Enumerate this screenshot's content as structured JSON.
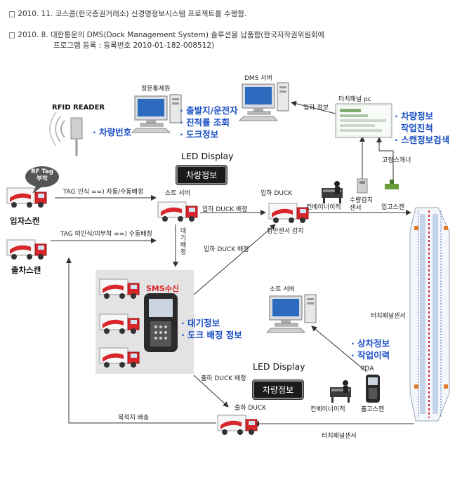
{
  "header": {
    "line1": "□ 2010. 11. 코스콤(한국증권거래소) 신경영정보시스템 프로젝트를 수행함.",
    "line2": "□ 2010. 8.   대한통운의 DMS(Dock Management System) 솔루션을 납품함(한국저작권위원회에",
    "line3": "프로그램 등록 : 등록번호 2010-01-182-008512)"
  },
  "labels": {
    "rfid_reader": "RFID READER",
    "vehicle_number": "· 차량번호",
    "gate_staff": "정문통제원",
    "gate_info": [
      "· 출발지/운전자",
      "· 진척률 조회",
      "· 도크정보"
    ],
    "dms_server": "DMS 서버",
    "inbound_info": "입하 정보",
    "touch_panel_pc": "터치패널 pc",
    "touch_info": [
      "· 차량정보",
      "  작업진척",
      "· 스캔정보검색"
    ],
    "fixed_scanner": "고정스캐너",
    "led_display": "LED Display",
    "vehicle_info": "차량정보",
    "rf_tag_attached": "RF Tag\n부착",
    "tag_recognized": "TAG 인식 ==) 자동/수동배정",
    "entry_scan": "입자스캔",
    "tag_unrecognized": "TAG 미인식/미부착 ==) 수동배정",
    "exit_scan": "출차스캔",
    "sort_server": "소트 서버",
    "inbound_dock_assign": "입하 DUCK 배정",
    "waiting_assign": "대기배정",
    "inbound_dock": "입하 DUCK",
    "conveyor_move": "컨베이너이적",
    "quantity_sensor": "수량감지\n센서",
    "inbound_scan": "입고스캔",
    "proximity_sensor": "접안센서 감지",
    "inbound_dock_assign2": "입하 DUCK 배정",
    "sms_receive": "SMS수신",
    "sms_info": [
      "· 대기정보",
      "· 도크 배정 정보"
    ],
    "sort_server2": "소트 서버",
    "touch_panel_sensor": "터치패널센서",
    "pda_info": [
      "· 상차정보",
      "· 작업이력"
    ],
    "pda": "PDA",
    "outbound_dock_assign": "출하 DUCK 배정",
    "outbound_dock": "출하 DUCK",
    "conveyor_move2": "컨베이너이적",
    "outbound_scan": "출고스캔",
    "destination_delivery": "목적지 배송",
    "touch_panel_sensor2": "터치패널센서"
  },
  "colors": {
    "highlight_text": "#1a4fc4",
    "led_box": "#1b1b1b",
    "truck_red": "#d8262b",
    "arrow": "#333333"
  }
}
